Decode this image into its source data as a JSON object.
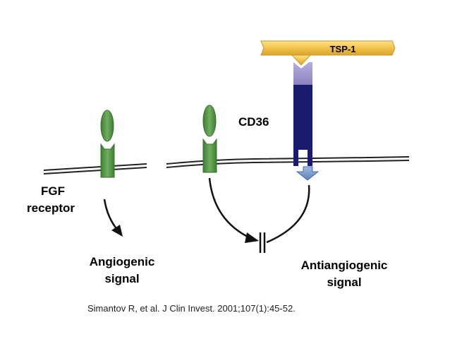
{
  "labels": {
    "tsp1": "TSP-1",
    "cd36": "CD36",
    "fgf_line1": "FGF",
    "fgf_line2": "receptor",
    "angio_line1": "Angiogenic",
    "angio_line2": "signal",
    "anti_line1": "Antiangiogenic",
    "anti_line2": "signal"
  },
  "citation": "Simantov R, et al. J Clin Invest. 2001;107(1):45-52.",
  "colors": {
    "receptor_green": "#5a9a4a",
    "cd36_navy": "#1a1a6e",
    "cd36_lavender": "#9f95c9",
    "tsp1_gold": "#f2c24c",
    "membrane": "#222222",
    "signal_arrow_blue": "#6f93c9"
  }
}
